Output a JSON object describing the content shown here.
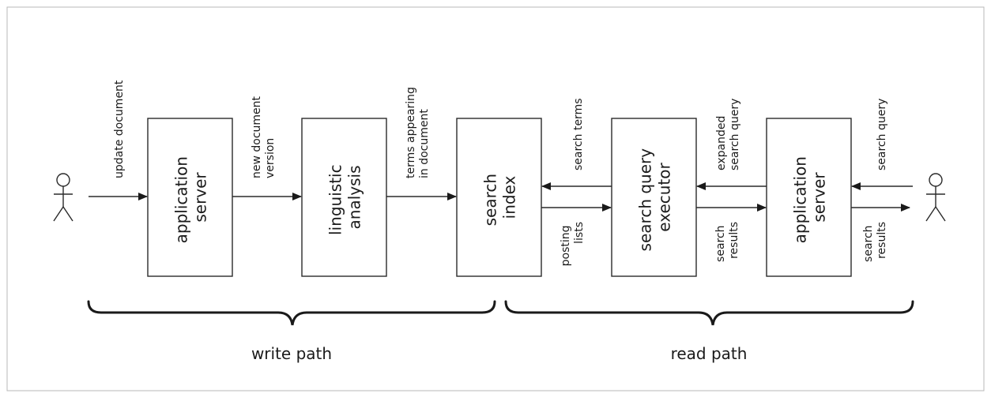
{
  "boxes": {
    "app_server_left": [
      "application",
      "server"
    ],
    "linguistic_analysis": [
      "linguistic",
      "analysis"
    ],
    "search_index": [
      "search",
      "index"
    ],
    "search_query_executor": [
      "search query",
      "executor"
    ],
    "app_server_right": [
      "application",
      "server"
    ]
  },
  "edges": {
    "update_document": [
      "update document"
    ],
    "new_document_version": [
      "new document",
      "version"
    ],
    "terms_appearing": [
      "terms appearing",
      "in document"
    ],
    "search_terms": [
      "search terms"
    ],
    "posting_lists": [
      "posting",
      "lists"
    ],
    "expanded_search_query": [
      "expanded",
      "search query"
    ],
    "search_results_mid": [
      "search",
      "results"
    ],
    "search_query": [
      "search query"
    ],
    "search_results_right": [
      "search",
      "results"
    ]
  },
  "paths": {
    "write": "write path",
    "read": "read path"
  }
}
